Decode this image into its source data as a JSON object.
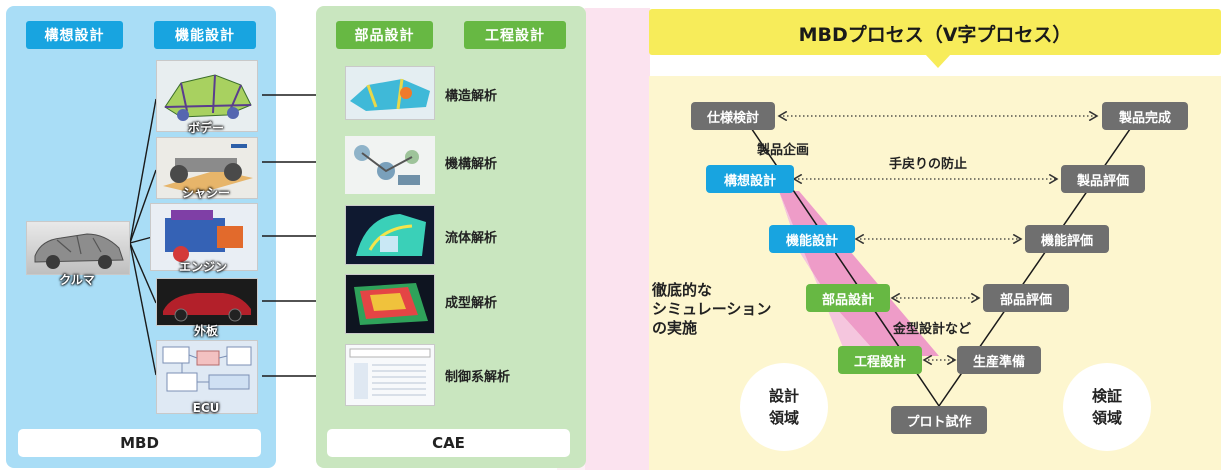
{
  "mbd_panel": {
    "tags": [
      "構想設計",
      "機能設計"
    ],
    "car_label": "クルマ",
    "parts": [
      "ボデー",
      "シャシー",
      "エンジン",
      "外板",
      "ECU"
    ],
    "footer": "MBD"
  },
  "cae_panel": {
    "tags": [
      "部品設計",
      "工程設計"
    ],
    "analyses": [
      "構造解析",
      "機構解析",
      "流体解析",
      "成型解析",
      "制御系解析"
    ],
    "footer": "CAE"
  },
  "process": {
    "title": "MBDプロセス（V字プロセス）",
    "left_nodes": [
      "仕様検討",
      "構想設計",
      "機能設計",
      "部品設計",
      "工程設計"
    ],
    "right_nodes": [
      "製品完成",
      "製品評価",
      "機能評価",
      "部品評価",
      "生産準備"
    ],
    "bottom_node": "プロト試作",
    "notes": {
      "planning": "製品企画",
      "prevent": "手戻りの防止",
      "mold": "金型設計など",
      "sim": [
        "徹底的な",
        "シミュレーション",
        "の実施"
      ]
    },
    "design_domain": [
      "設計",
      "領域"
    ],
    "verify_domain": [
      "検証",
      "領域"
    ]
  },
  "colors": {
    "mbd_bg": "#a9ddf6",
    "cae_bg": "#c9e6bf",
    "process_bg": "#fdf6cf",
    "title_bg": "#f7ec5a",
    "blue": "#18a4e0",
    "green": "#67b843",
    "gray": "#6f6f6f",
    "pink": "#ee9cc8"
  }
}
